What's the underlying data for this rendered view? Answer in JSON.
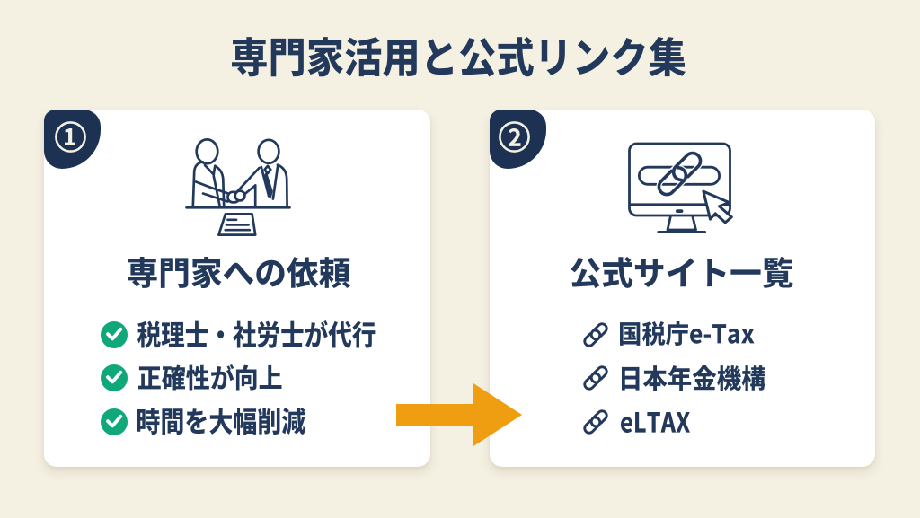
{
  "title": "専門家活用と公式リンク集",
  "colors": {
    "background": "#F4F0E2",
    "card": "#FFFFFF",
    "navy": "#22395B",
    "badge_navy": "#1D3252",
    "green": "#10A77B",
    "orange": "#EF9D11"
  },
  "arrow": {
    "shape": "right-arrow",
    "color": "#EF9D11"
  },
  "cards": [
    {
      "number": "1",
      "icon": "handshake-icon",
      "heading": "専門家への依頼",
      "items": [
        {
          "icon": "check-icon",
          "label": "税理士・社労士が代行"
        },
        {
          "icon": "check-icon",
          "label": "正確性が向上"
        },
        {
          "icon": "check-icon",
          "label": "時間を大幅削減"
        }
      ]
    },
    {
      "number": "2",
      "icon": "monitor-link-icon",
      "heading": "公式サイト一覧",
      "items": [
        {
          "icon": "link-icon",
          "label": "国税庁e-Tax"
        },
        {
          "icon": "link-icon",
          "label": "日本年金機構"
        },
        {
          "icon": "link-icon",
          "label": "eLTAX"
        }
      ]
    }
  ]
}
